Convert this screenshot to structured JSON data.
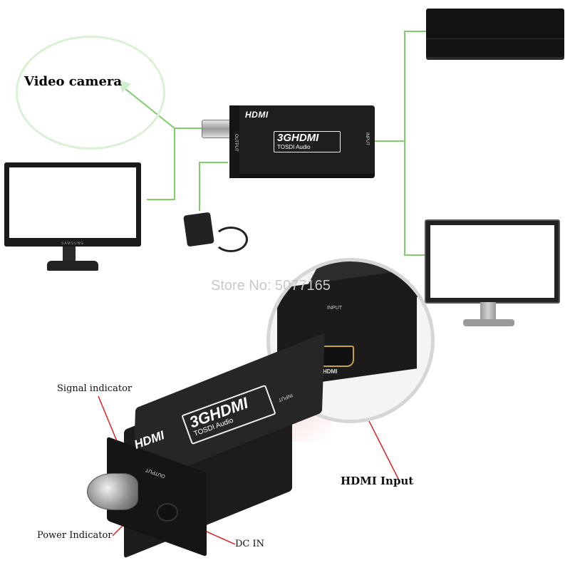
{
  "diagram": {
    "camera_label": "Video camera",
    "converter_small": {
      "logo": "HDMI",
      "model_main": "3GHDMI",
      "model_sub": "TOSDI Audio",
      "output_label": "OUTPUT",
      "input_label": "INPUT"
    },
    "monitor_left_brand": "SAMSUNG",
    "watermark": "Store No: 5077165",
    "magnifier": {
      "input_label": "INPUT",
      "port_label": "HDMI"
    },
    "converter_big": {
      "logo": "HDMI",
      "model_main": "3GHDMI",
      "model_sub": "TOSDI Audio",
      "input_label": "INPUT",
      "output_label": "OUTPUT"
    },
    "callouts": {
      "signal_indicator": "Signal indicator",
      "power_indicator": "Power Indicator",
      "dc_in": "DC IN",
      "hdmi_input": "HDMI Input"
    },
    "colors": {
      "connector_line": "#7ccf6a",
      "camera_circle": "#d9f2d3",
      "callout_line": "#e02020",
      "device_body": "#1e1e1e"
    }
  }
}
